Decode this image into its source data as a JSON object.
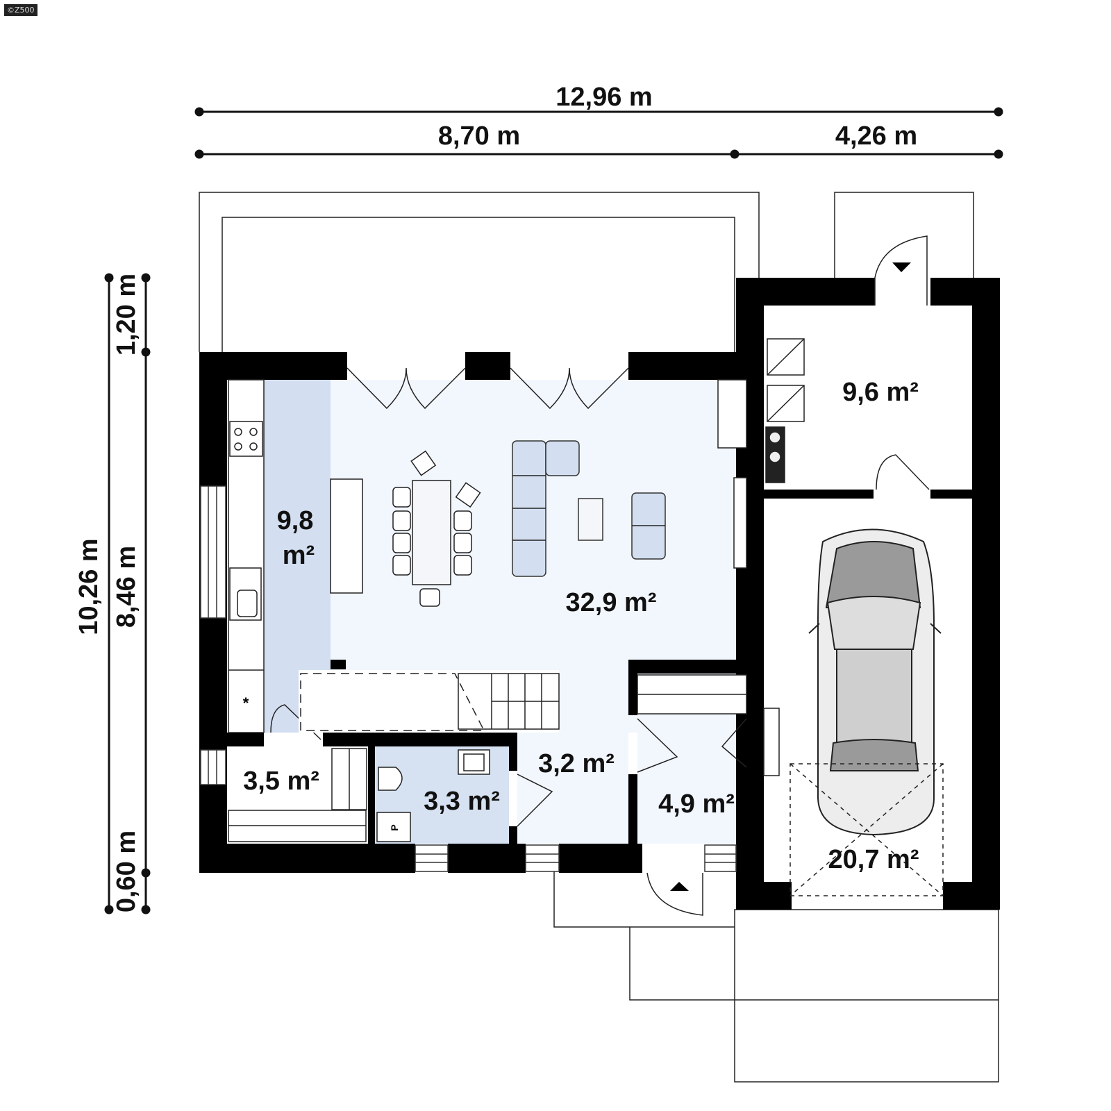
{
  "logo": "©Z500",
  "dimensions": {
    "total_width": "12,96 m",
    "house_width": "8,70 m",
    "garage_width": "4,26 m",
    "total_depth": "10,26 m",
    "terrace_depth": "1,20 m",
    "house_depth": "8,46 m",
    "front_offset": "0,60 m"
  },
  "rooms": {
    "kitchen": {
      "area": "9,8",
      "unit": "m²"
    },
    "living": "32,9 m²",
    "boiler": "9,6 m²",
    "garage": "20,7 m²",
    "pantry": "3,5 m²",
    "bathroom": "3,3 m²",
    "hall": "3,2 m²",
    "vestibule": "4,9 m²"
  },
  "symbols": {
    "fridge": "*",
    "boiler_label": "P"
  },
  "colors": {
    "wall": "#000000",
    "living_floor": "#f2f6fd",
    "kitchen_floor": "#d3dff0",
    "bathroom_floor": "#d6e1f1"
  }
}
